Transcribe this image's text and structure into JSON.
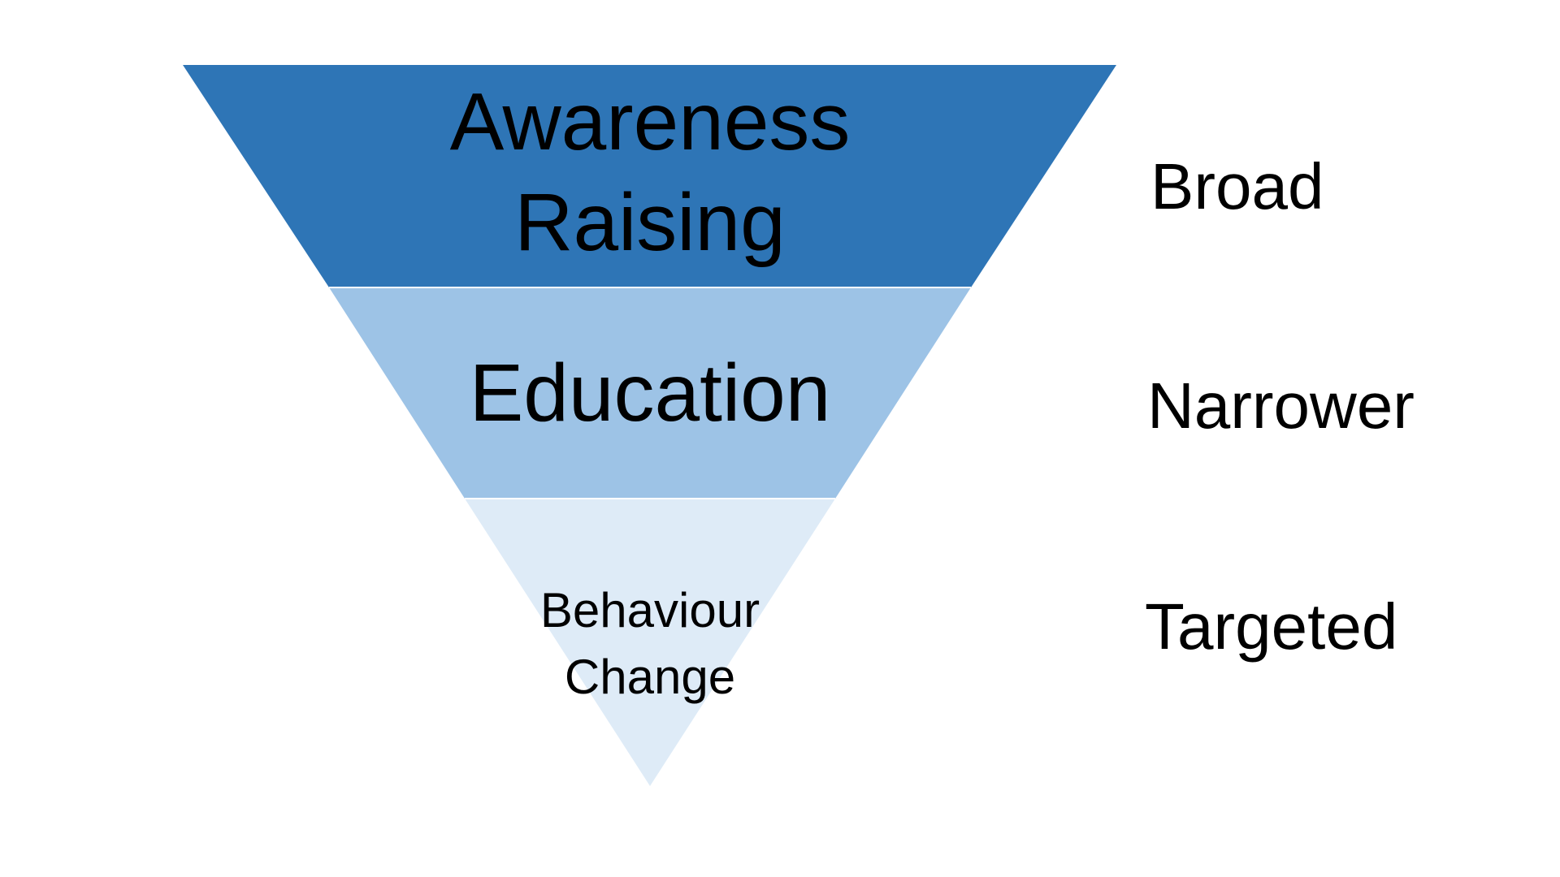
{
  "funnel": {
    "levels": [
      {
        "lines": [
          "Awareness",
          "Raising"
        ],
        "scope": "Broad",
        "color": "#2E75B6"
      },
      {
        "lines": [
          "Education"
        ],
        "scope": "Narrower",
        "color": "#9DC3E6"
      },
      {
        "lines": [
          "Behaviour",
          "Change"
        ],
        "scope": "Targeted",
        "color": "#DEEBF7"
      }
    ]
  }
}
